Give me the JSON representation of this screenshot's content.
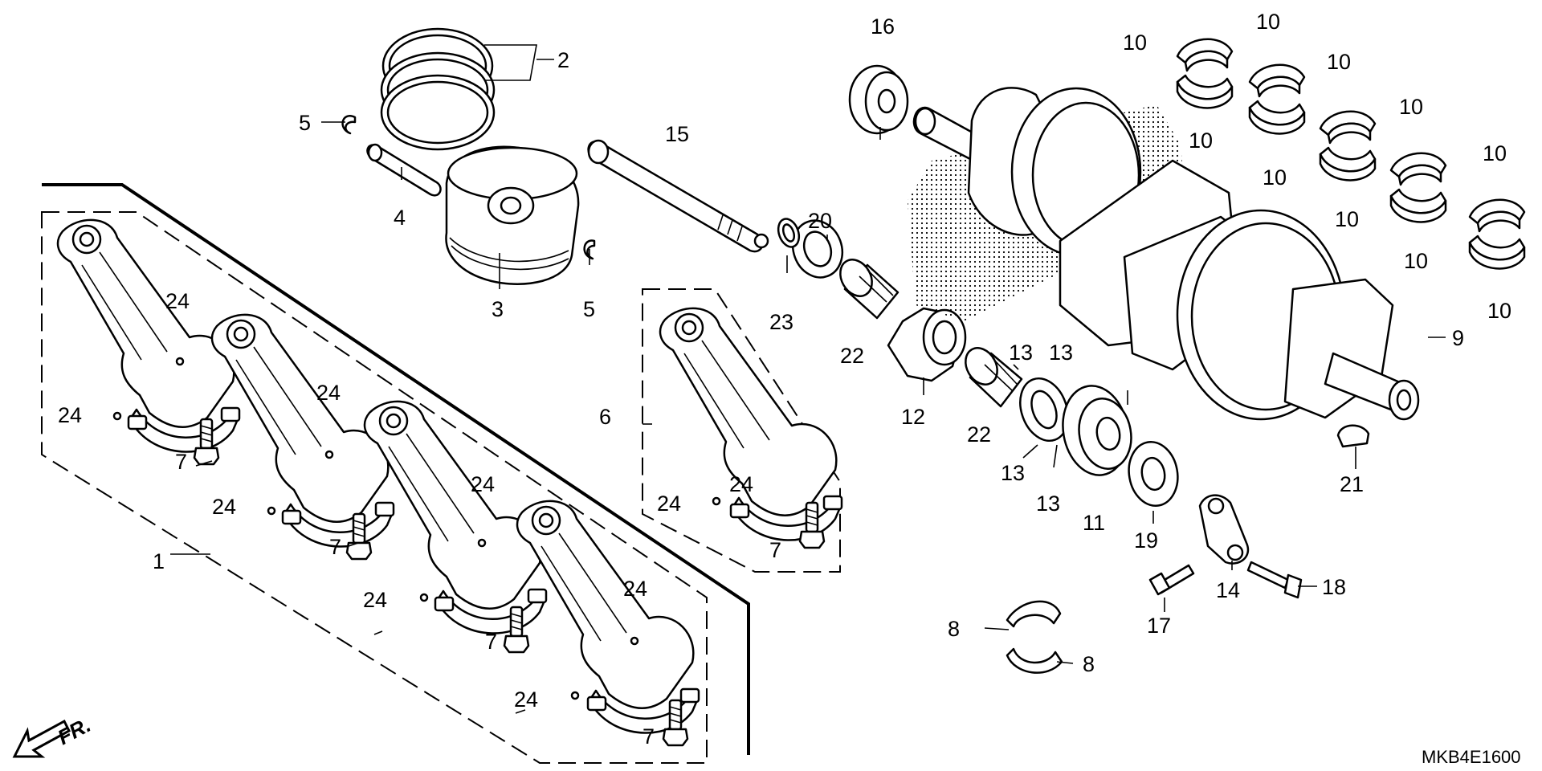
{
  "diagram_code": "MKB4E1600",
  "front_indicator": "FR.",
  "callouts": [
    {
      "id": "c1",
      "text": "1"
    },
    {
      "id": "c2",
      "text": "2"
    },
    {
      "id": "c3",
      "text": "3"
    },
    {
      "id": "c4",
      "text": "4"
    },
    {
      "id": "c5a",
      "text": "5"
    },
    {
      "id": "c5b",
      "text": "5"
    },
    {
      "id": "c6",
      "text": "6"
    },
    {
      "id": "c7a",
      "text": "7"
    },
    {
      "id": "c7b",
      "text": "7"
    },
    {
      "id": "c7c",
      "text": "7"
    },
    {
      "id": "c7d",
      "text": "7"
    },
    {
      "id": "c7e",
      "text": "7"
    },
    {
      "id": "c8a",
      "text": "8"
    },
    {
      "id": "c8b",
      "text": "8"
    },
    {
      "id": "c9",
      "text": "9"
    },
    {
      "id": "c10a",
      "text": "10"
    },
    {
      "id": "c10b",
      "text": "10"
    },
    {
      "id": "c10c",
      "text": "10"
    },
    {
      "id": "c10d",
      "text": "10"
    },
    {
      "id": "c10e",
      "text": "10"
    },
    {
      "id": "c10f",
      "text": "10"
    },
    {
      "id": "c10g",
      "text": "10"
    },
    {
      "id": "c10h",
      "text": "10"
    },
    {
      "id": "c10i",
      "text": "10"
    },
    {
      "id": "c10j",
      "text": "10"
    },
    {
      "id": "c11",
      "text": "11"
    },
    {
      "id": "c12",
      "text": "12"
    },
    {
      "id": "c13a",
      "text": "13"
    },
    {
      "id": "c13b",
      "text": "13"
    },
    {
      "id": "c13c",
      "text": "13"
    },
    {
      "id": "c13d",
      "text": "13"
    },
    {
      "id": "c14",
      "text": "14"
    },
    {
      "id": "c15",
      "text": "15"
    },
    {
      "id": "c16",
      "text": "16"
    },
    {
      "id": "c17",
      "text": "17"
    },
    {
      "id": "c18",
      "text": "18"
    },
    {
      "id": "c19",
      "text": "19"
    },
    {
      "id": "c20",
      "text": "20"
    },
    {
      "id": "c21",
      "text": "21"
    },
    {
      "id": "c22a",
      "text": "22"
    },
    {
      "id": "c22b",
      "text": "22"
    },
    {
      "id": "c23",
      "text": "23"
    },
    {
      "id": "c24a",
      "text": "24"
    },
    {
      "id": "c24b",
      "text": "24"
    },
    {
      "id": "c24c",
      "text": "24"
    },
    {
      "id": "c24d",
      "text": "24"
    },
    {
      "id": "c24e",
      "text": "24"
    },
    {
      "id": "c24f",
      "text": "24"
    },
    {
      "id": "c24g",
      "text": "24"
    },
    {
      "id": "c24h",
      "text": "24"
    },
    {
      "id": "c24i",
      "text": "24"
    },
    {
      "id": "c24j",
      "text": "24"
    }
  ]
}
